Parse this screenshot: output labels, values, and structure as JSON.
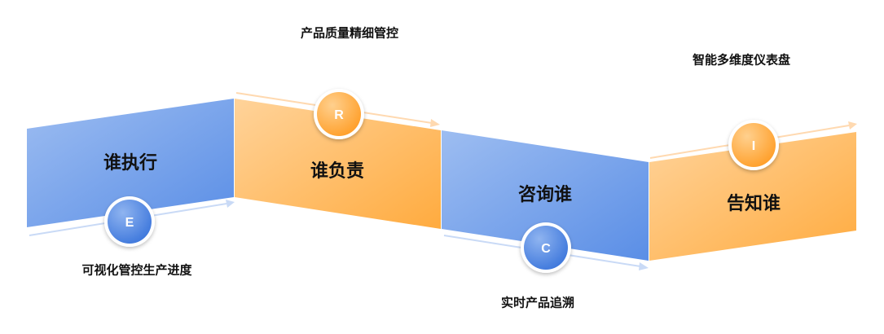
{
  "panels": [
    {
      "letter": "E",
      "title": "谁执行",
      "caption": "可视化管控生产进度",
      "tone": "blue"
    },
    {
      "letter": "R",
      "title": "谁负责",
      "caption": "产品质量精细管控",
      "tone": "orange"
    },
    {
      "letter": "C",
      "title": "咨询谁",
      "caption": "实时产品追溯",
      "tone": "blue"
    },
    {
      "letter": "I",
      "title": "告知谁",
      "caption": "智能多维度仪表盘",
      "tone": "orange"
    }
  ],
  "colors": {
    "blue_light": "#9dbdf1",
    "blue_dark": "#5a8ee6",
    "orange_light": "#ffd39a",
    "orange_dark": "#ffab3f",
    "arrow_blue": "#c9daf6",
    "arrow_orange": "#ffd9b0"
  }
}
